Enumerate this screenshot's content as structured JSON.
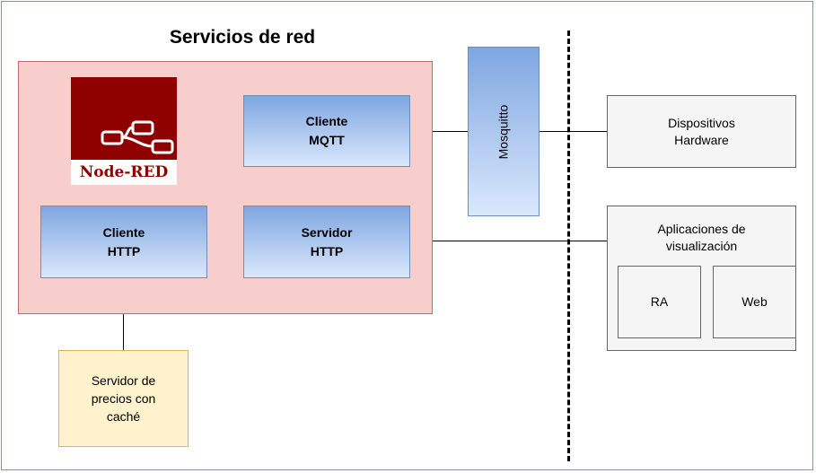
{
  "diagram": {
    "title": "Servicios de red",
    "logo": {
      "text": "Node-RED",
      "icon": "node-red-flow-icon"
    },
    "nodes": {
      "cliente_mqtt": [
        "Cliente",
        "MQTT"
      ],
      "cliente_http": [
        "Cliente",
        "HTTP"
      ],
      "servidor_http": [
        "Servidor",
        "HTTP"
      ],
      "mosquitto": "Mosquitto",
      "dispositivos": [
        "Dispositivos",
        "Hardware"
      ],
      "aplicaciones": [
        "Aplicaciones de",
        "visualización"
      ],
      "ra": "RA",
      "web": "Web",
      "servidor_precios": [
        "Servidor de",
        "precios con",
        "caché"
      ]
    },
    "colors": {
      "region_fill": "#f8cecc",
      "blue_top": "#7ea6e0",
      "blue_bottom": "#dae8fc",
      "gray_fill": "#f5f5f5",
      "yellow_fill": "#fff2cc",
      "node_red": "#8f0000"
    }
  }
}
